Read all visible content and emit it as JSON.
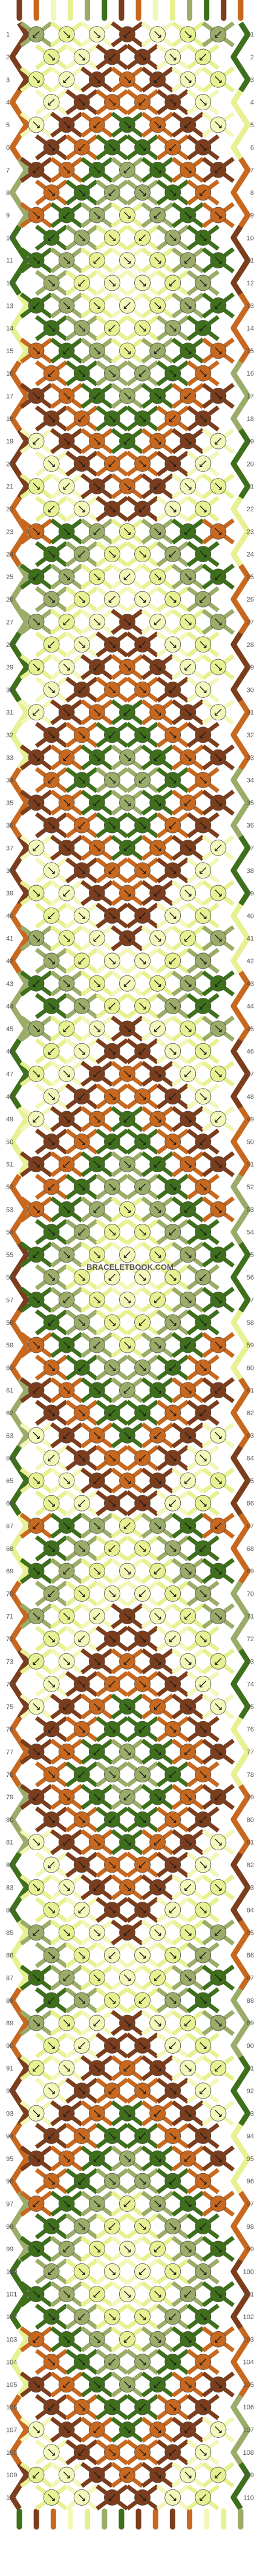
{
  "palette": {
    "cream": "#f3f7b9",
    "lime": "#e7f191",
    "sage": "#9bab68",
    "green": "#3e6f1b",
    "orange": "#c8681f",
    "brown": "#7b3d1c",
    "border": "#4a4a4a"
  },
  "pattern": {
    "rows": 110,
    "knots_per_row": 7,
    "string_count": 14,
    "string_colors": [
      "brown",
      "orange",
      "cream",
      "lime",
      "sage",
      "green",
      "brown",
      "orange",
      "cream",
      "lime",
      "sage",
      "green",
      "brown",
      "orange"
    ],
    "watermark": "BRACELETBOOK.COM",
    "knot_icon": "arrow-icon"
  }
}
